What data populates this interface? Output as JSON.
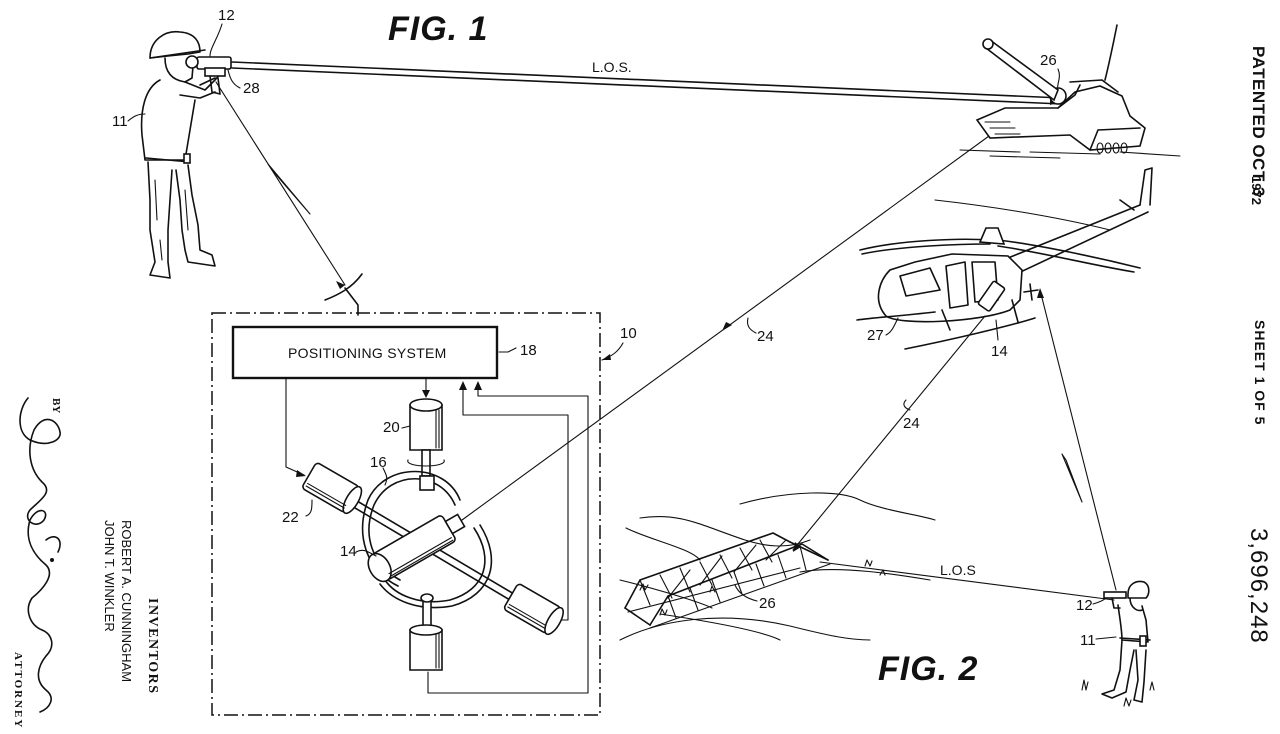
{
  "figures": {
    "fig1_label": "FIG. 1",
    "fig2_label": "FIG. 2"
  },
  "line_of_sight_label": "L.O.S.",
  "line_of_sight_label_fig2": "L.O.S",
  "system_block": {
    "label": "POSITIONING SYSTEM"
  },
  "reference_numerals": {
    "observer": "11",
    "laser_designator": "12",
    "laser_designator_fig1_arrow": "28",
    "gimbal_laser": "14",
    "gimbal_ring": "16",
    "positioning_system": "18",
    "motor_top": "20",
    "motor_left": "22",
    "beam": "24",
    "target": "26",
    "helicopter": "27",
    "system_enclosure": "10"
  },
  "sidebar": {
    "patent_date": "PATENTED OCT 3",
    "patent_year": "1972",
    "sheet": "SHEET 1 OF 5",
    "patent_number": "3,696,248"
  },
  "inventors": {
    "heading": "INVENTORS",
    "names": [
      "ROBERT A. CUNNINGHAM",
      "JOHN T. WINKLER"
    ],
    "by_label": "BY",
    "signature": "Julian C. Renfro",
    "attorney_label": "ATTORNEY"
  }
}
